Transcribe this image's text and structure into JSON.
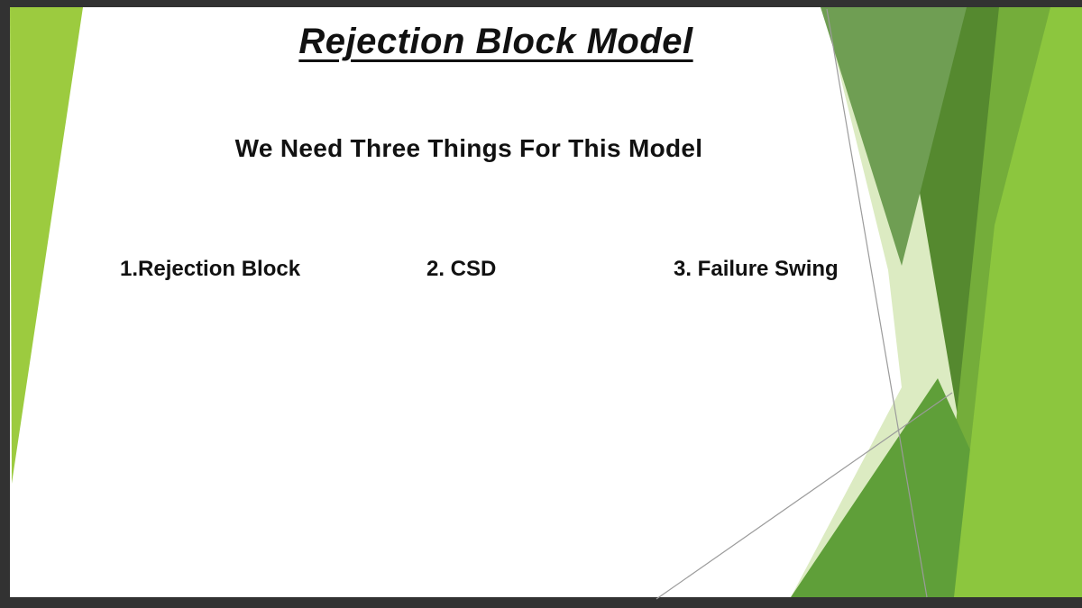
{
  "slide": {
    "title": "Rejection Block Model",
    "subtitle": "We Need Three Things For This Model",
    "items": [
      {
        "label": "1.Rejection Block"
      },
      {
        "label": "2. CSD"
      },
      {
        "label": "3. Failure Swing"
      }
    ]
  },
  "colors": {
    "frame": "#323232",
    "slide_bg": "#ffffff",
    "text": "#111111",
    "lime_wedge": "#9ccb3f",
    "pale_green": "#dcebc2",
    "sage_green": "#6f9e53",
    "dark_green": "#55892f",
    "mid_green_right": "#74ad3a",
    "bright_green": "#8cc63e",
    "medium_green_bottom": "#5f9f39",
    "thin_line": "#9b9b9b"
  }
}
